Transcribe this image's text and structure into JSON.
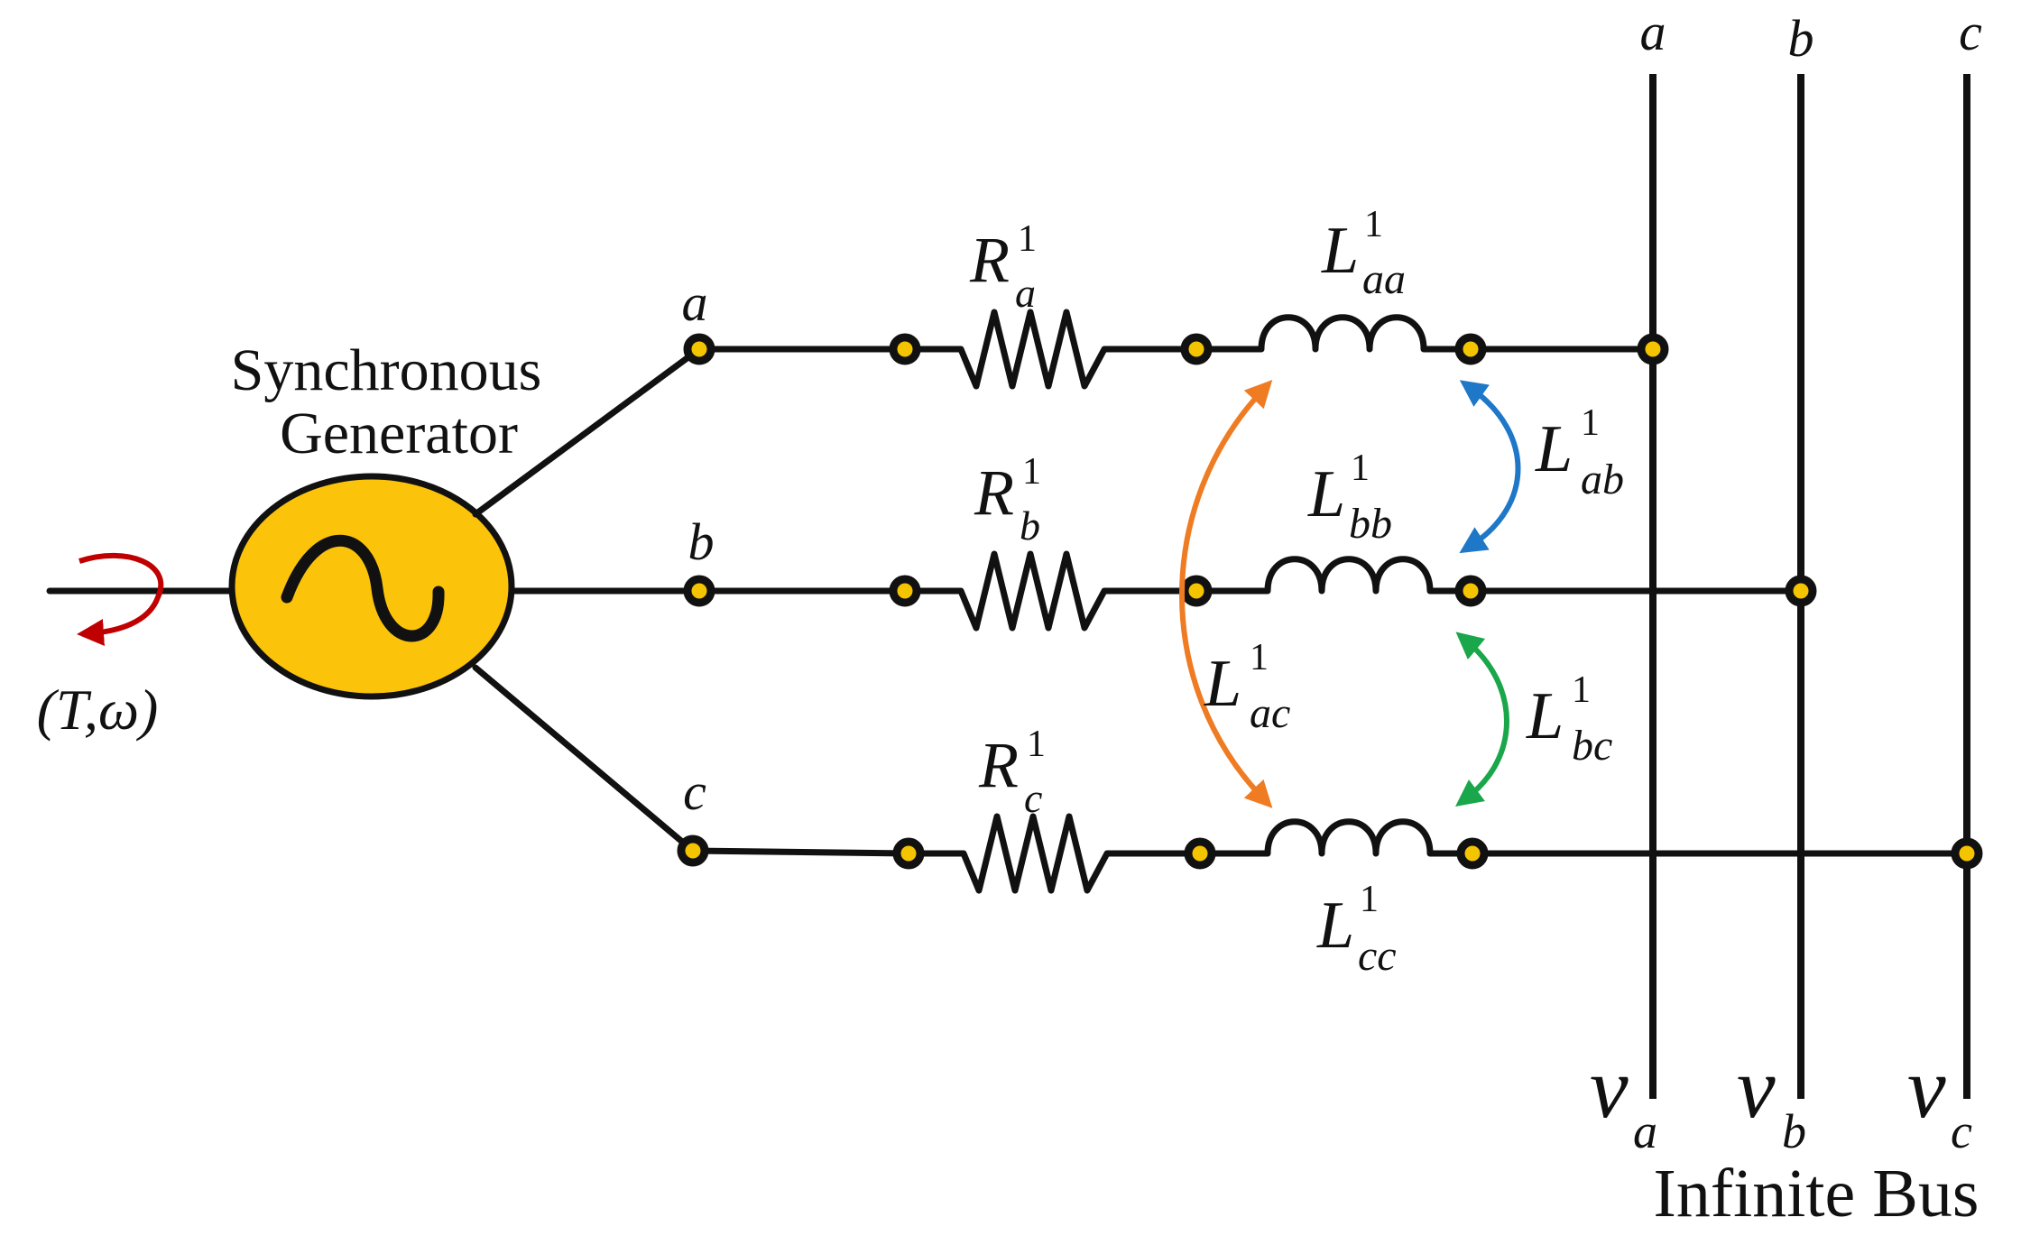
{
  "generator": {
    "label_line1": "Synchronous",
    "label_line2": "Generator",
    "mech_input": "(T,ω)"
  },
  "phases": {
    "a": "a",
    "b": "b",
    "c": "c"
  },
  "resistors": {
    "a": {
      "main": "R",
      "sup": "1",
      "sub": "a"
    },
    "b": {
      "main": "R",
      "sup": "1",
      "sub": "b"
    },
    "c": {
      "main": "R",
      "sup": "1",
      "sub": "c"
    }
  },
  "inductors": {
    "aa": {
      "main": "L",
      "sup": "1",
      "sub": "aa"
    },
    "bb": {
      "main": "L",
      "sup": "1",
      "sub": "bb"
    },
    "cc": {
      "main": "L",
      "sup": "1",
      "sub": "cc"
    }
  },
  "mutual": {
    "ab": {
      "main": "L",
      "sup": "1",
      "sub": "ab",
      "color": "#1f77c8"
    },
    "ac": {
      "main": "L",
      "sup": "1",
      "sub": "ac",
      "color": "#ef7b22"
    },
    "bc": {
      "main": "L",
      "sup": "1",
      "sub": "bc",
      "color": "#1aa64a"
    }
  },
  "bus": {
    "title": "Infinite Bus",
    "line_labels": {
      "a": "a",
      "b": "b",
      "c": "c"
    },
    "voltages": {
      "a": {
        "main": "v",
        "sub": "a"
      },
      "b": {
        "main": "v",
        "sub": "b"
      },
      "c": {
        "main": "v",
        "sub": "c"
      }
    }
  },
  "colors": {
    "generator_fill": "#fcc30b",
    "node_fill": "#f5c400",
    "rotation_arrow": "#c00000"
  }
}
